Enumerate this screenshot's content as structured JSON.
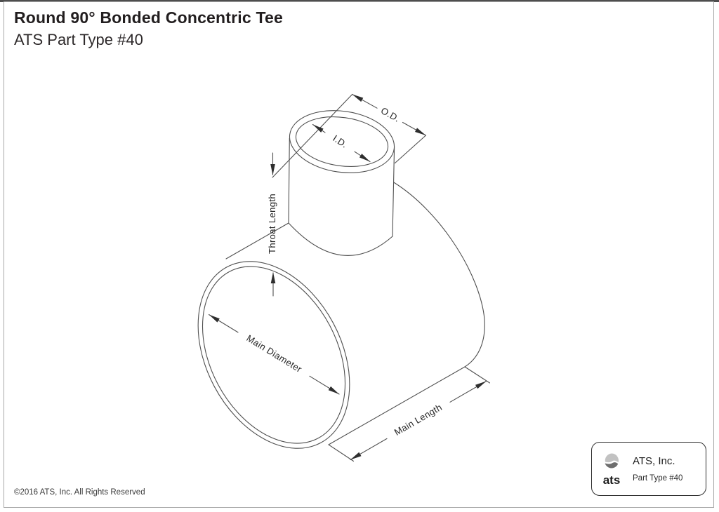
{
  "header": {
    "title": "Round 90° Bonded Concentric Tee",
    "subtitle": "ATS Part Type #40"
  },
  "diagram": {
    "description": "Isometric line drawing of a round 90-degree bonded concentric tee fitting",
    "labels": {
      "od": "O.D.",
      "id": "I.D.",
      "throat_length": "Throat Length",
      "main_diameter": "Main Diameter",
      "main_length": "Main Length"
    }
  },
  "logo_box": {
    "logo_icon": "ats-sphere-logo",
    "logo_text": "ats",
    "company": "ATS, Inc.",
    "part_type": "Part Type #40"
  },
  "footer": {
    "copyright": "©2016 ATS, Inc. All Rights Reserved"
  },
  "colors": {
    "line": "#4f4f4f",
    "arrow": "#2e2e2e",
    "label_text": "#272727",
    "title_text": "#221e1f",
    "page_border": "#a8a8a8",
    "top_edge": "#4e4e4e",
    "logo_light_gray": "#c2c2c2",
    "logo_dark_gray": "#6e6e6e"
  }
}
